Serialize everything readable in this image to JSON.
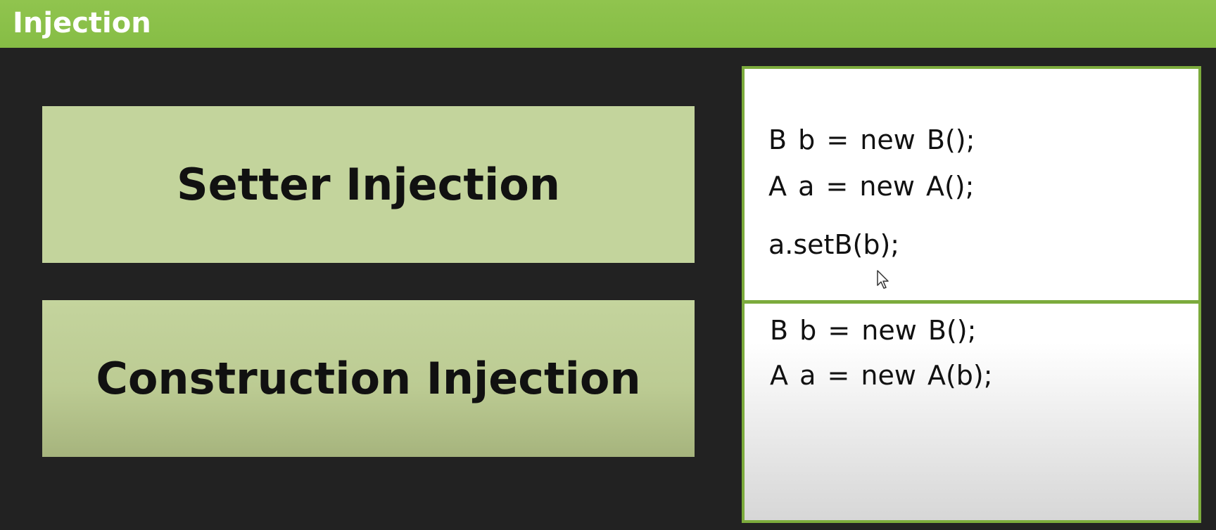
{
  "header": {
    "title": "Injection"
  },
  "colors": {
    "header_green": "#8bc34a",
    "label_box_green": "#c3d49c",
    "panel_border_green": "#7cab3c",
    "background": "#222222"
  },
  "labels": {
    "setter": "Setter Injection",
    "construction": "Construction Injection"
  },
  "code": {
    "setter": [
      "B b = new B();",
      "A a = new A();",
      "a.setB(b);"
    ],
    "construction": [
      "B b = new B();",
      "A a = new A(b);"
    ]
  },
  "icons": {
    "cursor": "mouse-pointer-icon"
  }
}
